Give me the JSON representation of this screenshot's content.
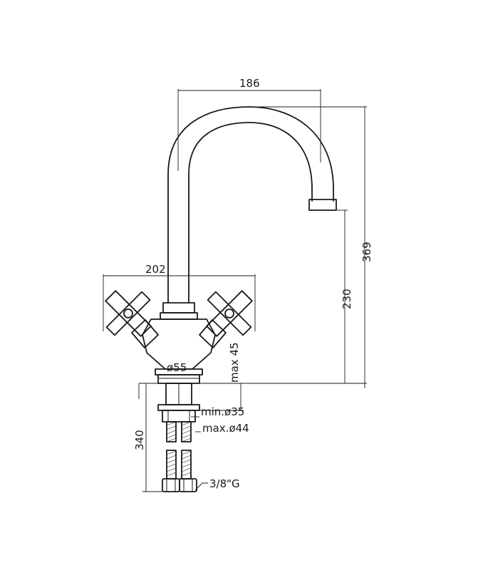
{
  "dimensions": {
    "spout_reach": "186",
    "total_height": "369",
    "outlet_height": "230",
    "handle_span": "202",
    "base_diameter": "ø55",
    "max_deck_thickness": "max 45",
    "min_hole": "min.ø35",
    "max_hole": "max.ø44",
    "hose_length": "340",
    "connection": "3/8\"G"
  }
}
